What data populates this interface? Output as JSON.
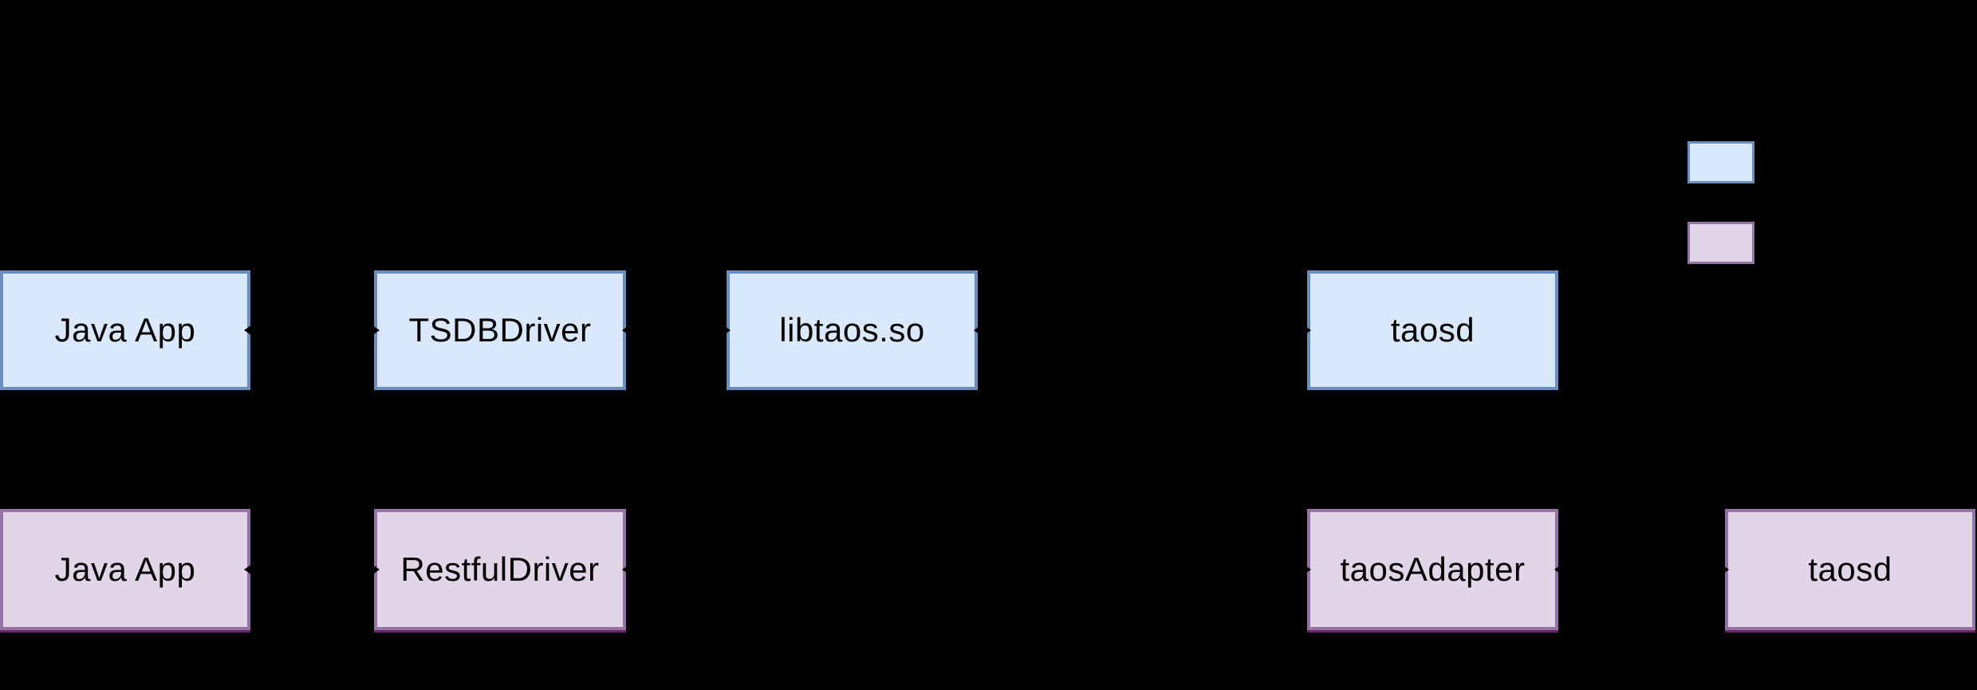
{
  "canvas": {
    "background": "#000000"
  },
  "diagram": {
    "nodes": [
      {
        "id": "java-app-jni",
        "label": "Java App",
        "variant": "blue"
      },
      {
        "id": "tsdb-driver",
        "label": "TSDBDriver",
        "variant": "blue"
      },
      {
        "id": "libtaos-so",
        "label": "libtaos.so",
        "variant": "blue"
      },
      {
        "id": "taosd-jni",
        "label": "taosd",
        "variant": "blue"
      },
      {
        "id": "java-app-restful",
        "label": "Java App",
        "variant": "purple"
      },
      {
        "id": "restful-driver",
        "label": "RestfulDriver",
        "variant": "purple"
      },
      {
        "id": "taos-adapter",
        "label": "taosAdapter",
        "variant": "purple"
      },
      {
        "id": "taosd-restful",
        "label": "taosd",
        "variant": "purple"
      }
    ],
    "legend": {
      "swatches": [
        {
          "id": "legend-blue",
          "variant": "blue"
        },
        {
          "id": "legend-purple",
          "variant": "purple"
        }
      ]
    },
    "colors": {
      "background": "#000000",
      "blue_fill": "#dae8fc",
      "blue_border": "#6c8ebf",
      "purple_fill": "#e1d5e7",
      "purple_border": "#9673a6",
      "label_text": "#000000"
    }
  }
}
